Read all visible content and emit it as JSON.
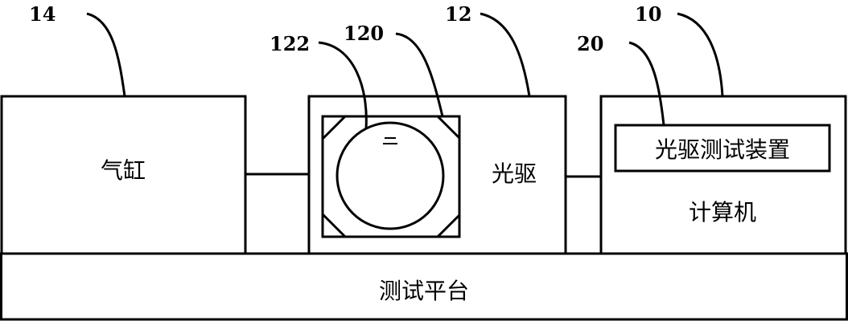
{
  "diagram": {
    "reference_numbers": {
      "cylinder": "14",
      "pickup_inner": "122",
      "tray": "120",
      "optical_drive": "12",
      "test_device": "20",
      "computer": "10"
    },
    "components": {
      "cylinder": "气缸",
      "optical_drive": "光驱",
      "test_device": "光驱测试装置",
      "computer": "计算机",
      "platform": "测试平台"
    }
  }
}
